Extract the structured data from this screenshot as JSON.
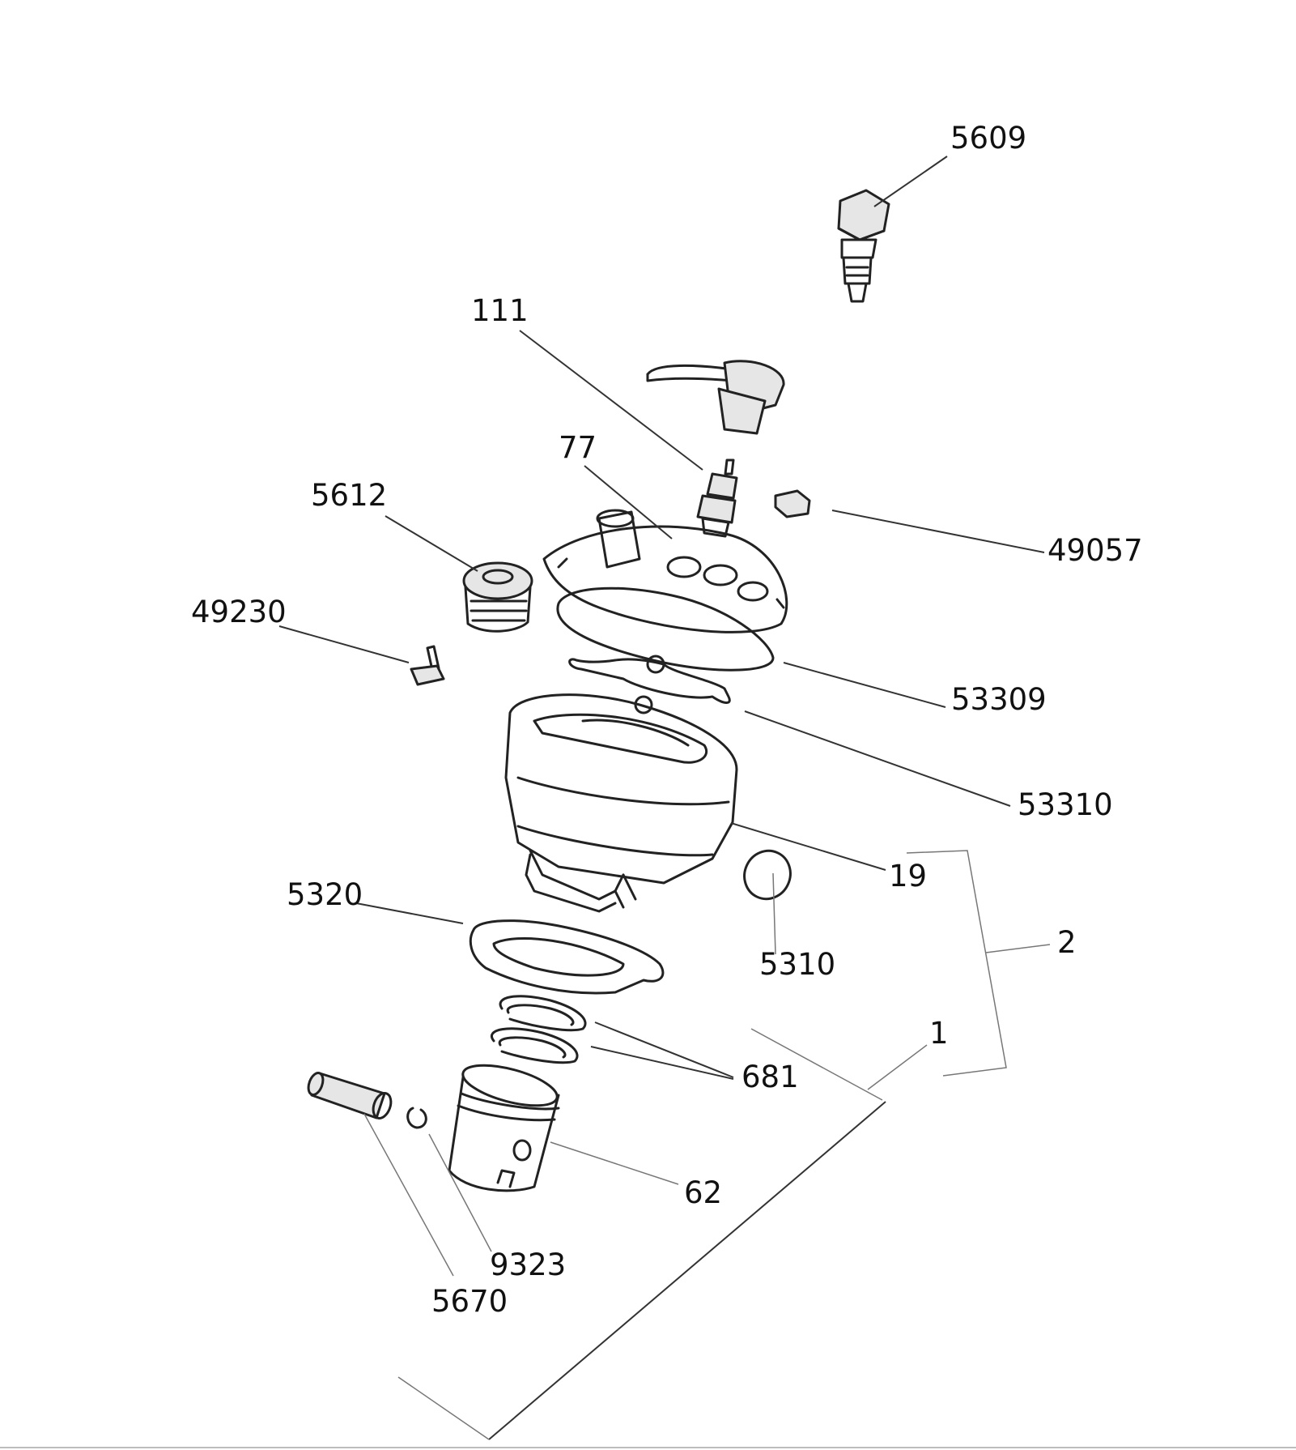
{
  "callouts": {
    "c5609": "5609",
    "c111": "111",
    "c77": "77",
    "c5612": "5612",
    "c49057": "49057",
    "c49230": "49230",
    "c53309": "53309",
    "c53310": "53310",
    "c19": "19",
    "c5320": "5320",
    "c2": "2",
    "c5310": "5310",
    "c1": "1",
    "c681": "681",
    "c62": "62",
    "c9323": "9323",
    "c5670": "5670"
  },
  "colors": {
    "line": "#222222",
    "background": "#ffffff"
  }
}
